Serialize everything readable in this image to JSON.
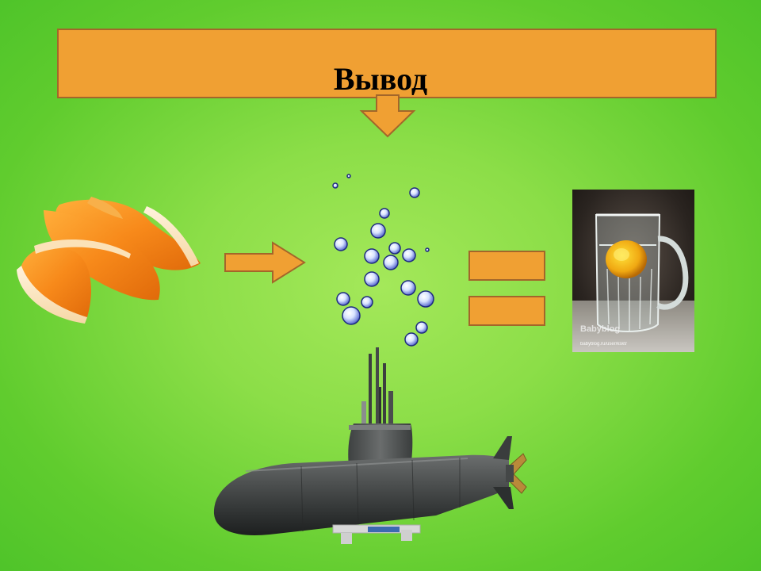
{
  "title": "Вывод",
  "colors": {
    "background": "#7ad63c",
    "box_fill": "#f0a033",
    "box_border": "#a3662a"
  },
  "icons": {
    "down_arrow": "down-arrow-icon",
    "right_arrow": "right-arrow-icon",
    "equals": "equals-sign"
  },
  "photo_watermark": "Babyblog",
  "photo_url_caption": "babyblog.ru/user/kskt/"
}
